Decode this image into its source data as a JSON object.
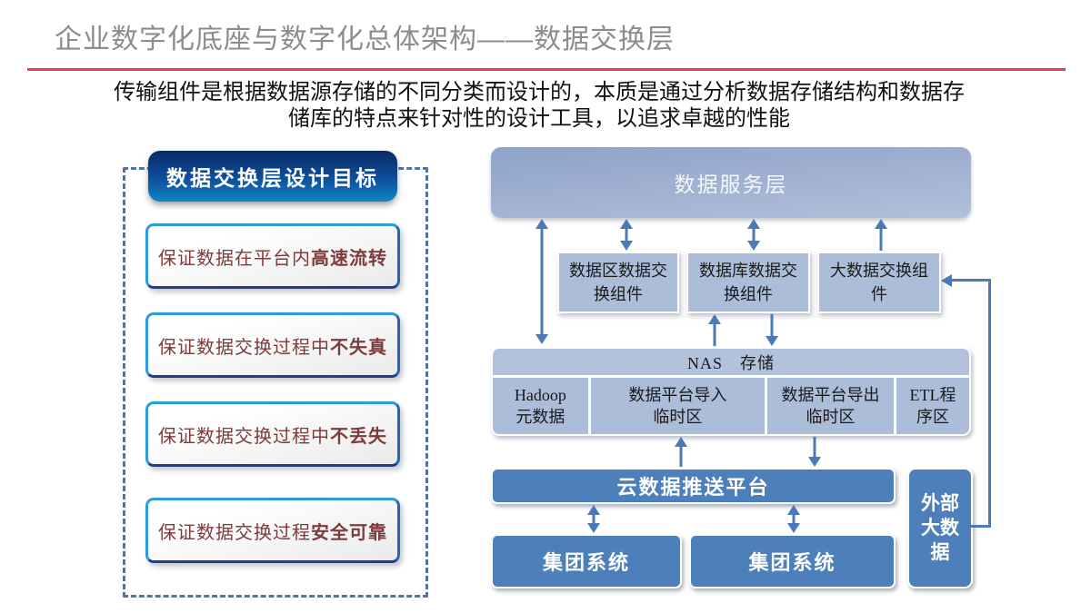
{
  "slide": {
    "title": "企业数字化底座与数字化总体架构——数据交换层",
    "intro_line1": "传输组件是根据数据源存储的不同分类而设计的，本质是通过分析数据存储结构和数据存",
    "intro_line2": "储库的特点来针对性的设计工具，以追求卓越的性能"
  },
  "left_panel": {
    "header": "数据交换层设计目标",
    "items": [
      {
        "prefix": "保证数据在平台内",
        "bold": "高速流转"
      },
      {
        "prefix": "保证数据交换过程中",
        "bold": "不失真"
      },
      {
        "prefix": "保证数据交换过程中",
        "bold": "不丢失"
      },
      {
        "prefix": "保证数据交换过程",
        "bold": "安全可靠"
      }
    ]
  },
  "diagram": {
    "service_layer": "数据服务层",
    "exchange_components": [
      "数据区数据交\n换组件",
      "数据库数据交\n换组件",
      "大数据交换组\n件"
    ],
    "nas_title": "NAS　存储",
    "nas_cells": [
      "Hadoop\n元数据",
      "数据平台导入\n临时区",
      "数据平台导出\n临时区",
      "ETL程\n序区"
    ],
    "cloud_platform": "云数据推送平台",
    "group_systems": [
      "集团系统",
      "集团系统"
    ],
    "external_bigdata": "外部\n大数\n据"
  },
  "colors": {
    "title_gray": "#8c8c8c",
    "rule_red": "#e2424d",
    "goal_text_maroon": "#7d3b3b",
    "goal_header_navy": "#0a2a66",
    "goal_header_blue": "#0f86c8",
    "goal_border_cyan": "#2f9cd8",
    "dashed_frame_blue": "#5572a7",
    "arrow_blue": "#4b7ab6",
    "solid_box_blue": "#4d80bb",
    "light_box_blue": "#abbdd9",
    "service_gradient_top": "#8da3c8",
    "service_gradient_bottom": "#b2c0da"
  }
}
